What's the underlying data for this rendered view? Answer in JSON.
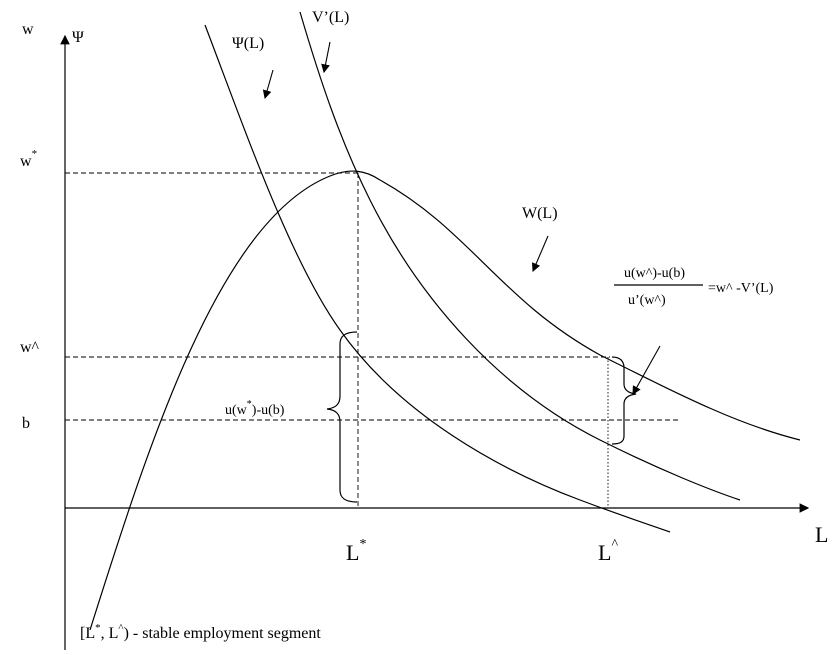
{
  "axes": {
    "y_label_w": "w",
    "y_label_psi": "Ψ",
    "x_label": "L"
  },
  "y_ticks": {
    "w_star": "w",
    "w_star_sup": "*",
    "w_hat": "w^",
    "b": "b"
  },
  "x_ticks": {
    "l_star": "L",
    "l_star_sup": "*",
    "l_hat": "L",
    "l_hat_sup": "^"
  },
  "curves": {
    "psi": "Ψ(L)",
    "v_prime": "V’(L)",
    "w_of_l": "W(L)"
  },
  "annotations": {
    "gap_left": "u(w",
    "gap_left_sup": "*",
    "gap_left_end": ")-u(b)",
    "fraction_numerator": "u(w^)-u(b)",
    "fraction_denominator": "u’(w^)",
    "fraction_rhs": "=w^ -V’(L)"
  },
  "footer": {
    "bracket_open": "[L",
    "sup1": "*",
    "mid": ", L",
    "sup2": "^",
    "rest": ") - stable employment segment"
  }
}
